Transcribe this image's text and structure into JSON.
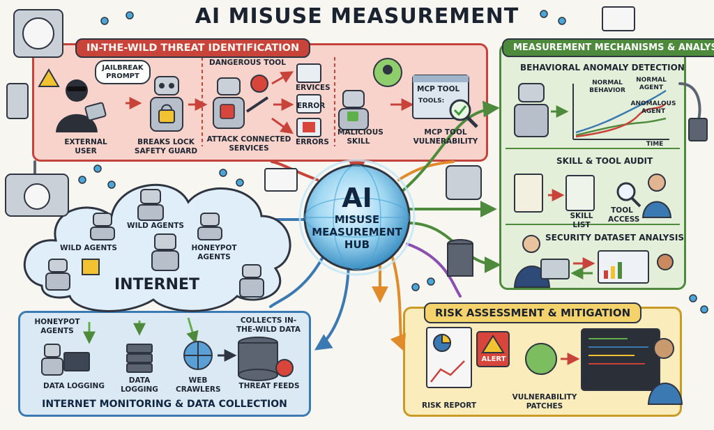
{
  "title": "AI MISUSE MEASUREMENT",
  "threat": {
    "banner": "IN-THE-WILD THREAT IDENTIFICATION",
    "jailbreak_prompt": "JAILBREAK PROMPT",
    "external_user": "EXTERNAL USER",
    "breaks_lock": "BREAKS LOCK SAFETY GUARD",
    "dangerous_tool": "DANGEROUS TOOL",
    "attack": "ATTACK CONNECTED SERVICES",
    "ervices": "ERVICES",
    "error1": "ERROR",
    "errors": "ERRORS",
    "malicious_skill": "MALICIOUS SKILL",
    "mcp_tool": "MCP TOOL",
    "tools": "TOOLS:",
    "mcp_vuln": "MCP TOOL VULNERABILITY"
  },
  "measure": {
    "banner": "MEASUREMENT MECHANISMS & ANALYSIS",
    "behavioral": "BEHAVIORAL ANOMALY DETECTION",
    "normal_behavior": "NORMAL BEHAVIOR",
    "normal_agent": "NORMAL AGENT",
    "anomalous_agent": "ANOMALOUS AGENT",
    "time": "TIME",
    "skill_audit": "SKILL & TOOL AUDIT",
    "skill_list": "SKILL LIST",
    "tool_access": "TOOL ACCESS",
    "security_dataset": "SECURITY DATASET ANALYSIS"
  },
  "hub": {
    "ai": "AI",
    "line1": "MISUSE",
    "line2": "MEASUREMENT",
    "line3": "HUB"
  },
  "internet": {
    "label": "INTERNET",
    "wild_agents_1": "WILD AGENTS",
    "wild_agents_2": "WILD AGENTS",
    "honeypot_agents": "HONEYPOT AGENTS"
  },
  "monitor": {
    "footer": "INTERNET MONITORING & DATA COLLECTION",
    "honeypot_agents": "HONEYPOT AGENTS",
    "data_logging_1": "DATA LOGGING",
    "data_logging_2": "DATA LOGGING",
    "web_crawlers": "WEB CRAWLERS",
    "collects": "COLLECTS IN-THE-WILD DATA",
    "threat_feeds": "THREAT FEEDS"
  },
  "risk": {
    "banner": "RISK ASSESSMENT & MITIGATION",
    "alert": "ALERT",
    "risk_report": "RISK REPORT",
    "vuln_patches": "VULNERABILITY PATCHES"
  },
  "colors": {
    "threat": "#c8433a",
    "measure": "#4d8a3c",
    "monitor": "#3b79b3",
    "risk": "#c99b25",
    "hub": "#7cc4ea"
  }
}
